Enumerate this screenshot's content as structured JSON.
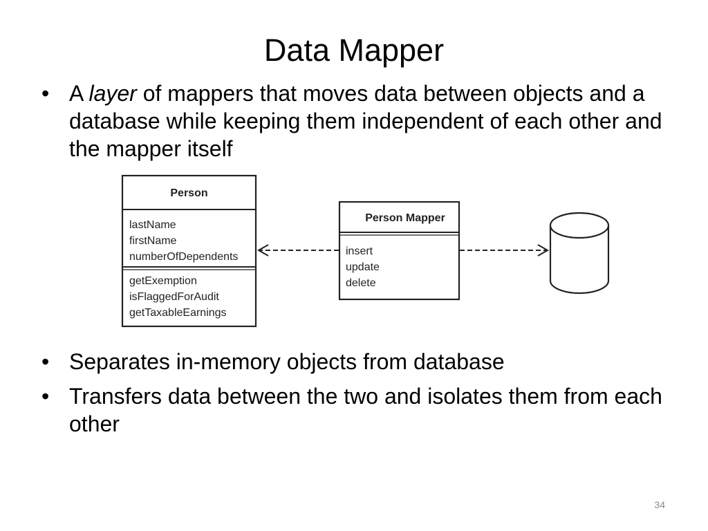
{
  "slide": {
    "title": "Data Mapper",
    "page_number": "34"
  },
  "bullets_top": [
    {
      "prefix": "A ",
      "emphasis": "layer",
      "suffix": " of mappers that moves data between objects and a database while keeping them independent of each other and the mapper itself"
    }
  ],
  "bullets_bottom": [
    {
      "text": "Separates in-memory objects from database"
    },
    {
      "text": "Transfers data between the two and isolates them from each other"
    }
  ],
  "bullet_glyph": "•",
  "diagram": {
    "person_class": {
      "name": "Person",
      "attributes": [
        "lastName",
        "firstName",
        "numberOfDependents"
      ],
      "methods": [
        "getExemption",
        "isFlaggedForAudit",
        "getTaxableEarnings"
      ]
    },
    "mapper_class": {
      "name": "Person Mapper",
      "methods": [
        "insert",
        "update",
        "delete"
      ]
    },
    "database_icon": "database-cylinder-icon"
  }
}
